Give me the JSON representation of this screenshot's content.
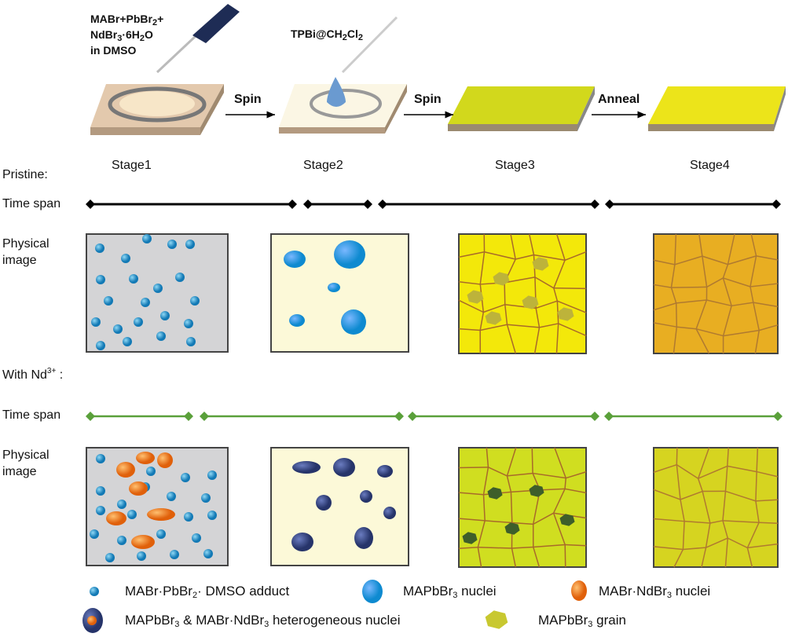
{
  "top": {
    "solution": {
      "l1": [
        "MABr+PbBr",
        "2",
        "+"
      ],
      "l2": [
        "NdBr",
        "3",
        "·6H",
        "2",
        "O"
      ],
      "l3": "in DMSO"
    },
    "antisolvent": [
      "TPBi@CH",
      "2",
      "Cl",
      "2"
    ],
    "arrows": [
      "Spin",
      "Spin",
      "Anneal"
    ],
    "stages": [
      "Stage1",
      "Stage2",
      "Stage3",
      "Stage4"
    ]
  },
  "pristine": {
    "title": "Pristine:",
    "time_span": "Time span",
    "physical": [
      "Physical",
      "image"
    ]
  },
  "nd": {
    "title": "With Nd",
    "sup": "3+",
    "colon": " :",
    "time_span": "Time span",
    "physical": [
      "Physical",
      "image"
    ]
  },
  "legend": [
    [
      "MABr·PbBr",
      "2",
      "· DMSO adduct"
    ],
    [
      "MAPbBr",
      "3",
      " nuclei"
    ],
    [
      "MABr·NdBr",
      "3",
      " nuclei"
    ],
    [
      "MAPbBr",
      "3",
      " & MABr·NdBr",
      "3",
      " heterogeneous nuclei"
    ],
    [
      "MAPbBr",
      "3",
      " grain"
    ]
  ],
  "colors": {
    "black_line": "#000000",
    "green_line": "#5aa03a",
    "adduct": "#1a8fc8",
    "nuclei": "#3aa8dc",
    "nd_nuclei": "#f07a20",
    "hetero": "#3d4f8e",
    "grain": "#c8c830"
  }
}
